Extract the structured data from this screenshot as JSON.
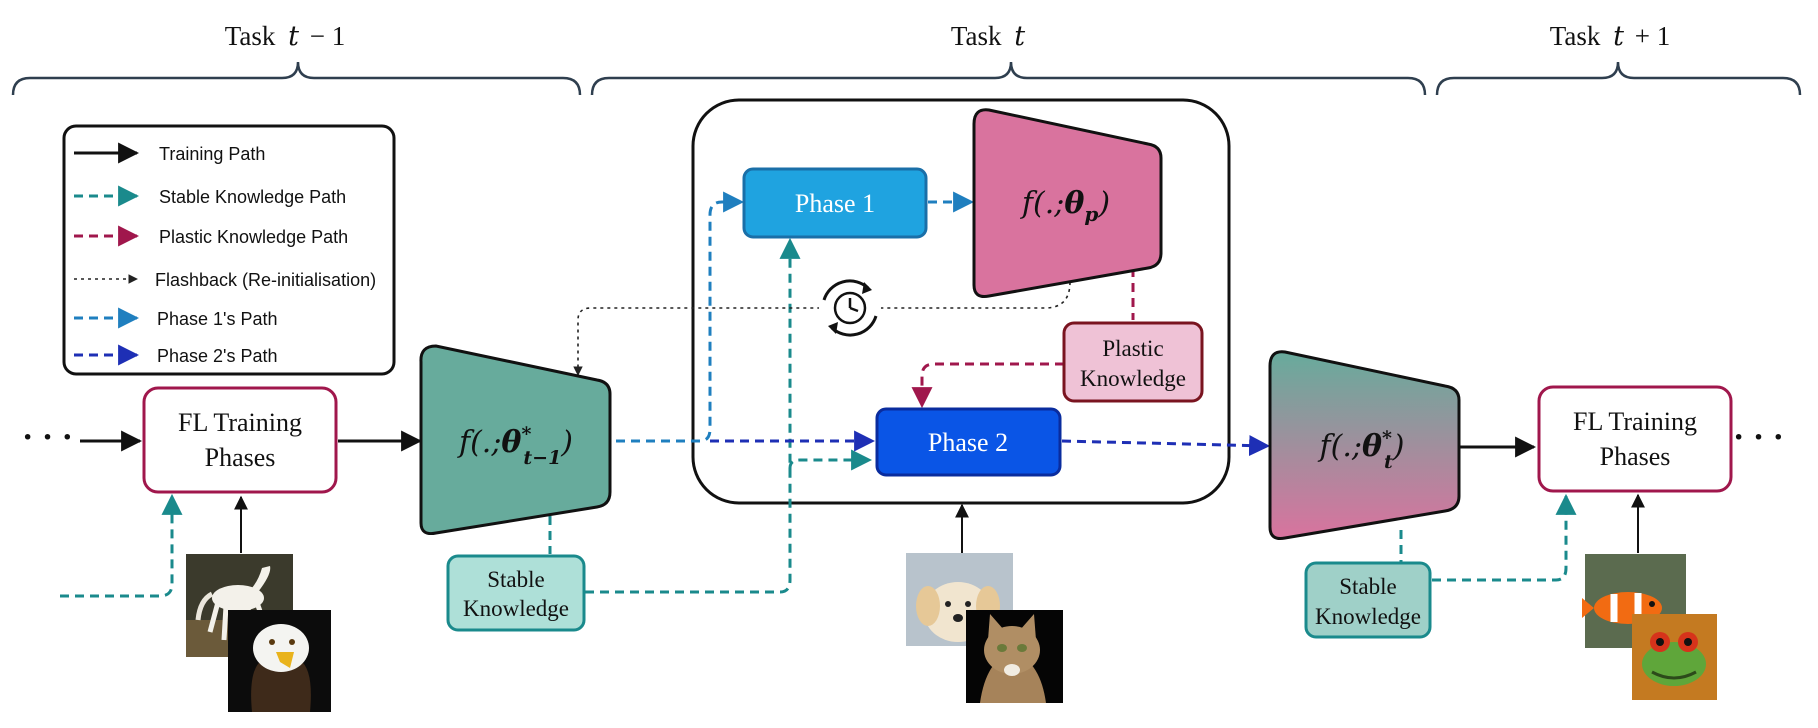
{
  "tasks": {
    "prev": {
      "word": "Task",
      "var": "t",
      "op": "− 1"
    },
    "curr": {
      "word": "Task",
      "var": "t",
      "op": ""
    },
    "next": {
      "word": "Task",
      "var": "t",
      "op": "+ 1"
    }
  },
  "legend": {
    "items": [
      {
        "label": "Training Path"
      },
      {
        "label": "Stable Knowledge Path"
      },
      {
        "label": "Plastic Knowledge Path"
      },
      {
        "label": "Flashback (Re-initialisation)"
      },
      {
        "label": "Phase 1's Path"
      },
      {
        "label": "Phase 2's Path"
      }
    ]
  },
  "boxes": {
    "fl_left": {
      "line1": "FL Training",
      "line2": "Phases"
    },
    "fl_right": {
      "line1": "FL Training",
      "line2": "Phases"
    },
    "phase1": "Phase 1",
    "phase2": "Phase 2",
    "stable_left": {
      "line1": "Stable",
      "line2": "Knowledge"
    },
    "stable_right": {
      "line1": "Stable",
      "line2": "Knowledge"
    },
    "plastic": {
      "line1": "Plastic",
      "line2": "Knowledge"
    }
  },
  "models": {
    "prev": {
      "prefix": "f(.;",
      "theta": "θ",
      "sup": "*",
      "sub": "t−1",
      "suffix": ")"
    },
    "plastic": {
      "prefix": "f(.;",
      "theta": "θ",
      "sup": "",
      "sub": "p",
      "suffix": ")"
    },
    "curr": {
      "prefix": "f(.;",
      "theta": "θ",
      "sup": "*",
      "sub": "t",
      "suffix": ")"
    }
  },
  "dots": {
    "left": "· · ·",
    "right": "· · ·"
  },
  "colors": {
    "training": "#111111",
    "stable": "#1a8a8c",
    "plastic": "#a0174c",
    "phase1": "#1f7fbf",
    "phase2": "#1e2fb5",
    "flashback": "#222222",
    "brace": "#2f3f4f",
    "model_green": "#67ab9c",
    "model_pink": "#d9739e",
    "phase1_fill": "#1fa3e0",
    "phase2_fill": "#0a55e6",
    "plastic_fill": "#efc2d6",
    "stable_fill": "#aee0d8"
  }
}
